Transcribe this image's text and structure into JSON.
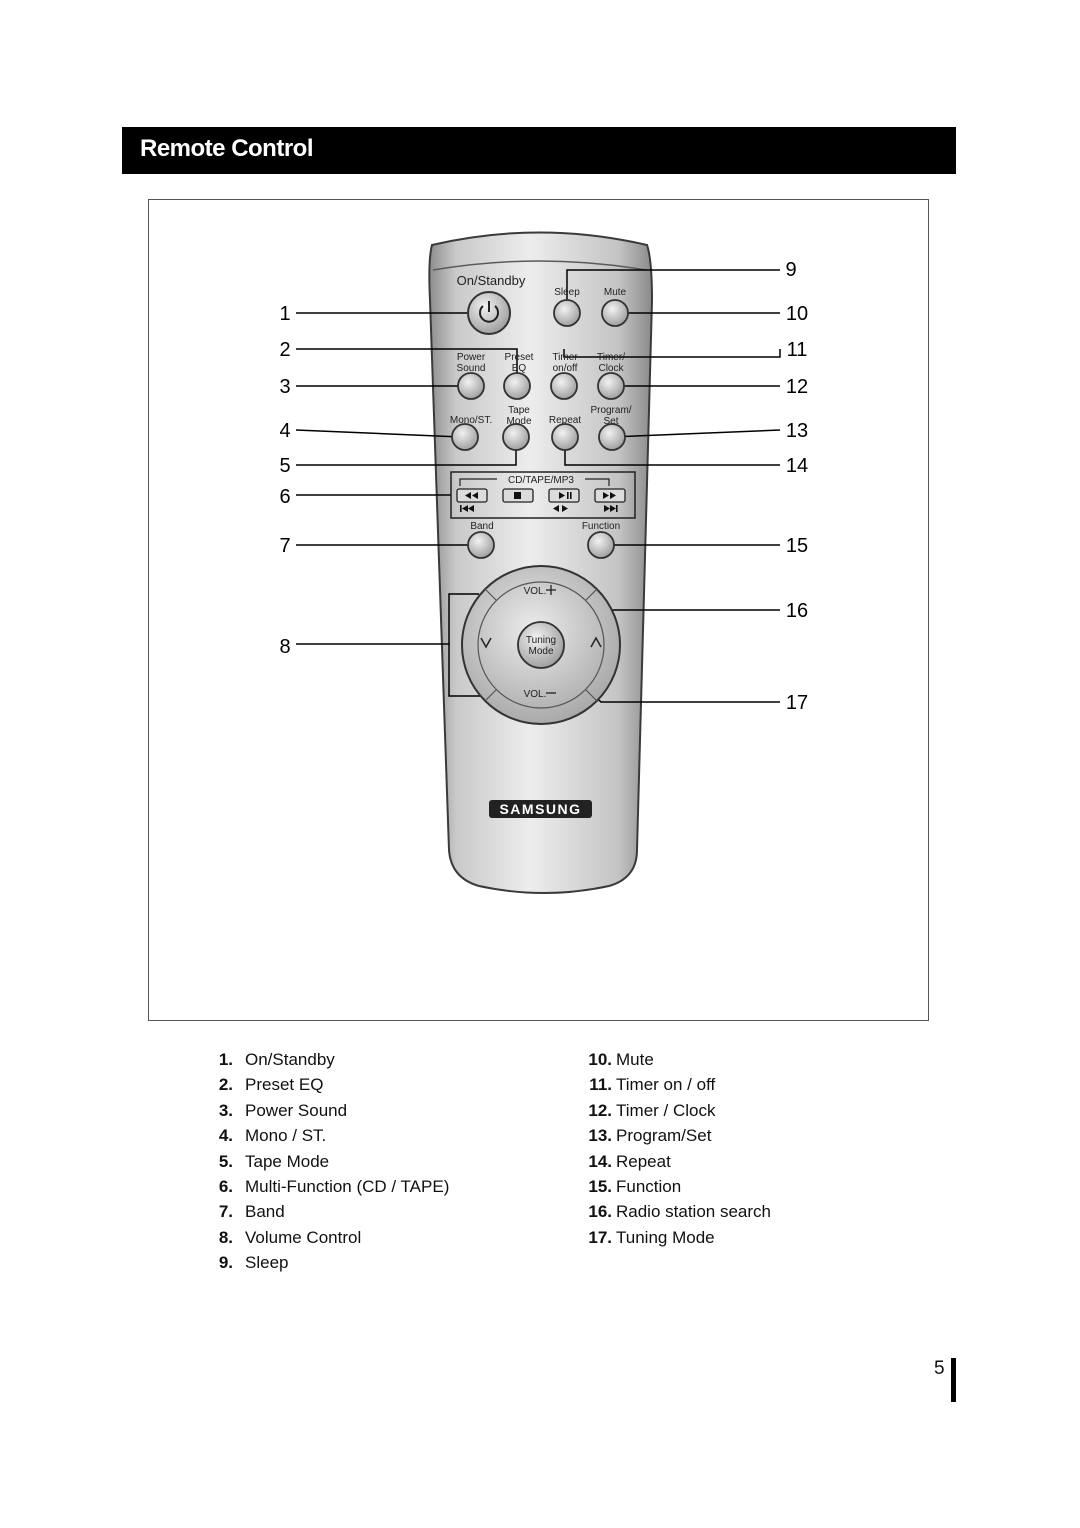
{
  "header": {
    "title": "Remote Control"
  },
  "remote": {
    "labels": {
      "on_standby": "On/Standby",
      "sleep": "Sleep",
      "mute": "Mute",
      "power": "Power",
      "sound": "Sound",
      "preset": "Preset",
      "eq": "EQ",
      "timer": "Timer",
      "on_off": "on/off",
      "timer_slash": "Timer/",
      "clock": "Clock",
      "tape": "Tape",
      "mode": "Mode",
      "mono_st": "Mono/ST.",
      "repeat": "Repeat",
      "program_slash": "Program/",
      "set": "Set",
      "cd_tape_mp3": "CD/TAPE/MP3",
      "band": "Band",
      "function": "Function",
      "vol_plus": "VOL.",
      "vol_minus": "VOL.",
      "tuning": "Tuning",
      "tuning_mode": "Mode",
      "brand": "SAMSUNG"
    },
    "callouts_left": [
      "1",
      "2",
      "3",
      "4",
      "5",
      "6",
      "7",
      "8"
    ],
    "callouts_right": [
      "9",
      "10",
      "11",
      "12",
      "13",
      "14",
      "15",
      "16",
      "17"
    ]
  },
  "legend": {
    "left": [
      {
        "num": "1.",
        "label": "On/Standby"
      },
      {
        "num": "2.",
        "label": "Preset EQ"
      },
      {
        "num": "3.",
        "label": "Power Sound"
      },
      {
        "num": "4.",
        "label": "Mono / ST."
      },
      {
        "num": "5.",
        "label": "Tape Mode"
      },
      {
        "num": "6.",
        "label": "Multi-Function (CD / TAPE)"
      },
      {
        "num": "7.",
        "label": "Band"
      },
      {
        "num": "8.",
        "label": "Volume Control"
      },
      {
        "num": "9.",
        "label": "Sleep"
      }
    ],
    "right": [
      {
        "num": "10.",
        "label": "Mute"
      },
      {
        "num": "11.",
        "label": "Timer on / off"
      },
      {
        "num": "12.",
        "label": "Timer / Clock"
      },
      {
        "num": "13.",
        "label": "Program/Set"
      },
      {
        "num": "14.",
        "label": "Repeat"
      },
      {
        "num": "15.",
        "label": "Function"
      },
      {
        "num": "16.",
        "label": "Radio station search"
      },
      {
        "num": "17.",
        "label": "Tuning Mode"
      }
    ]
  },
  "page": {
    "number": "5"
  }
}
